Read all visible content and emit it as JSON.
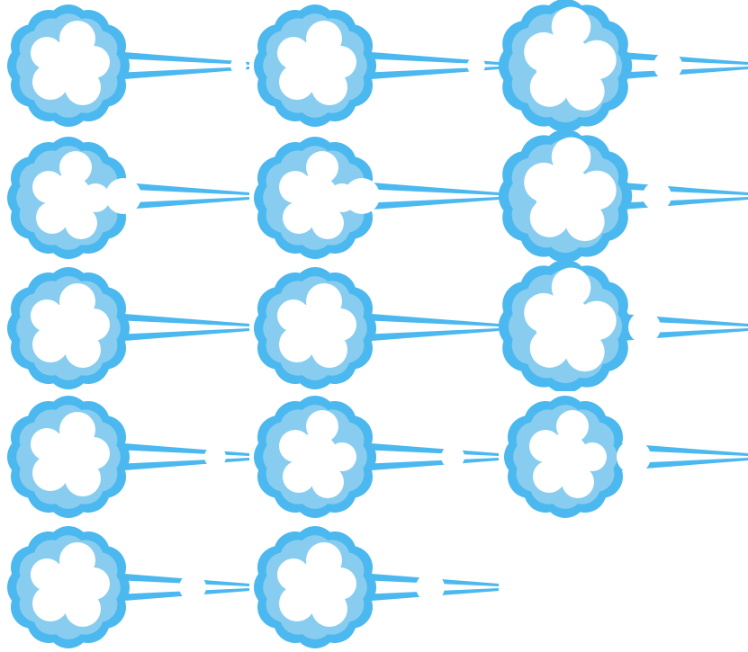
{
  "sheet": {
    "columns": 3,
    "rows": 5,
    "frame_count": 14
  },
  "colors": {
    "background": "#ffffff",
    "cloud_dark": "#4bb8ef",
    "cloud_light": "#88cdef",
    "core": "#ffffff",
    "trail": "#4bb8ef"
  },
  "frames": [
    {
      "id": 1,
      "variant": "puff-small"
    },
    {
      "id": 2,
      "variant": "puff-small"
    },
    {
      "id": 3,
      "variant": "puff-large"
    },
    {
      "id": 4,
      "variant": "puff-burst"
    },
    {
      "id": 5,
      "variant": "puff-burst"
    },
    {
      "id": 6,
      "variant": "puff-large"
    },
    {
      "id": 7,
      "variant": "puff-round"
    },
    {
      "id": 8,
      "variant": "puff-round"
    },
    {
      "id": 9,
      "variant": "puff-large"
    },
    {
      "id": 10,
      "variant": "puff-small"
    },
    {
      "id": 11,
      "variant": "puff-burst"
    },
    {
      "id": 12,
      "variant": "puff-burst"
    },
    {
      "id": 13,
      "variant": "puff-small"
    },
    {
      "id": 14,
      "variant": "puff-small"
    }
  ]
}
